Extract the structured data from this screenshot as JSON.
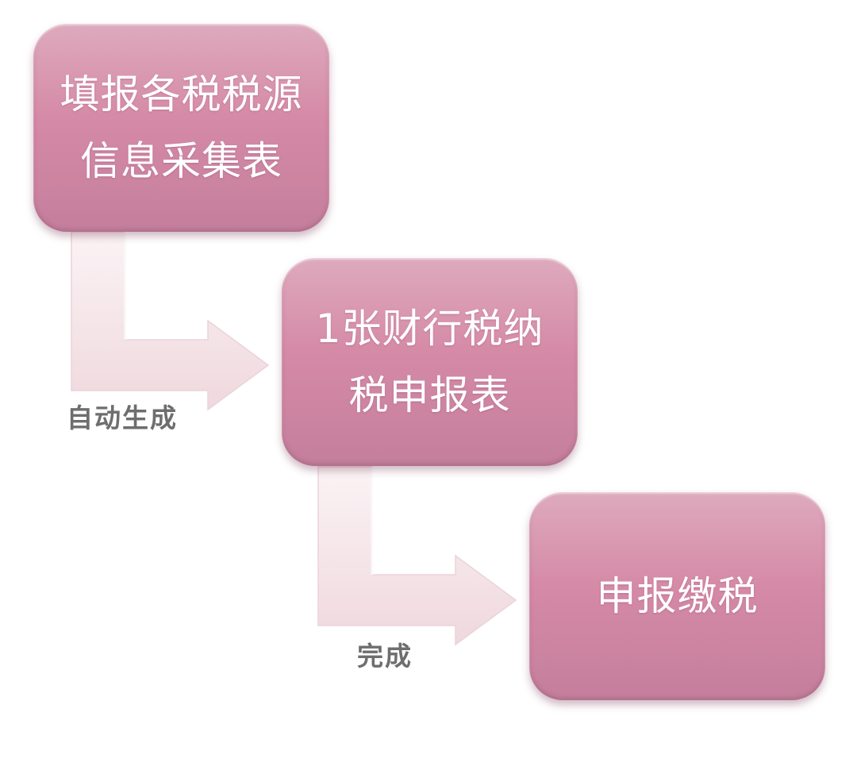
{
  "steps": [
    {
      "lines": [
        "填报各税税源",
        "信息采集表"
      ]
    },
    {
      "lines": [
        "1张财行税纳",
        "税申报表"
      ]
    },
    {
      "lines": [
        "申报缴税"
      ]
    }
  ],
  "arrows": [
    {
      "label": "自动生成"
    },
    {
      "label": "完成"
    }
  ],
  "colors": {
    "box_top": "#deaabd",
    "box_bottom": "#c47f9d",
    "arrow_fill": "#f2dfe4",
    "label_text": "#6e6e6e",
    "box_text": "#ffffff"
  }
}
